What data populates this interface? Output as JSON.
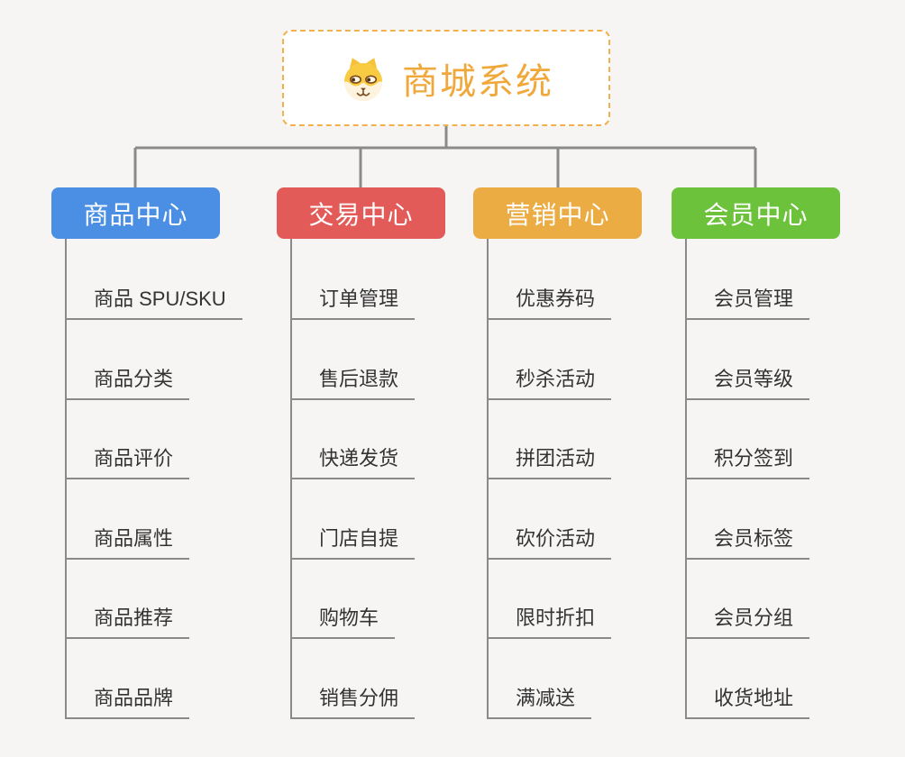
{
  "diagram": {
    "root": {
      "label": "商城系统",
      "icon": "dog-face-icon",
      "text_color": "#f0a83a",
      "border_color": "#f3b04c",
      "background": "#ffffff"
    },
    "branches": [
      {
        "label": "商品中心",
        "color": "#4a8fe4",
        "children": [
          "商品 SPU/SKU",
          "商品分类",
          "商品评价",
          "商品属性",
          "商品推荐",
          "商品品牌"
        ]
      },
      {
        "label": "交易中心",
        "color": "#e25b58",
        "children": [
          "订单管理",
          "售后退款",
          "快递发货",
          "门店自提",
          "购物车",
          "销售分佣"
        ]
      },
      {
        "label": "营销中心",
        "color": "#ebac44",
        "children": [
          "优惠券码",
          "秒杀活动",
          "拼团活动",
          "砍价活动",
          "限时折扣",
          "满减送"
        ]
      },
      {
        "label": "会员中心",
        "color": "#6dc23c",
        "children": [
          "会员管理",
          "会员等级",
          "积分签到",
          "会员标签",
          "会员分组",
          "收货地址"
        ]
      }
    ],
    "colors": {
      "background": "#f6f5f4",
      "connector_line": "#8a8a8a",
      "leaf_text": "#333333",
      "branch_text": "#ffffff"
    }
  }
}
